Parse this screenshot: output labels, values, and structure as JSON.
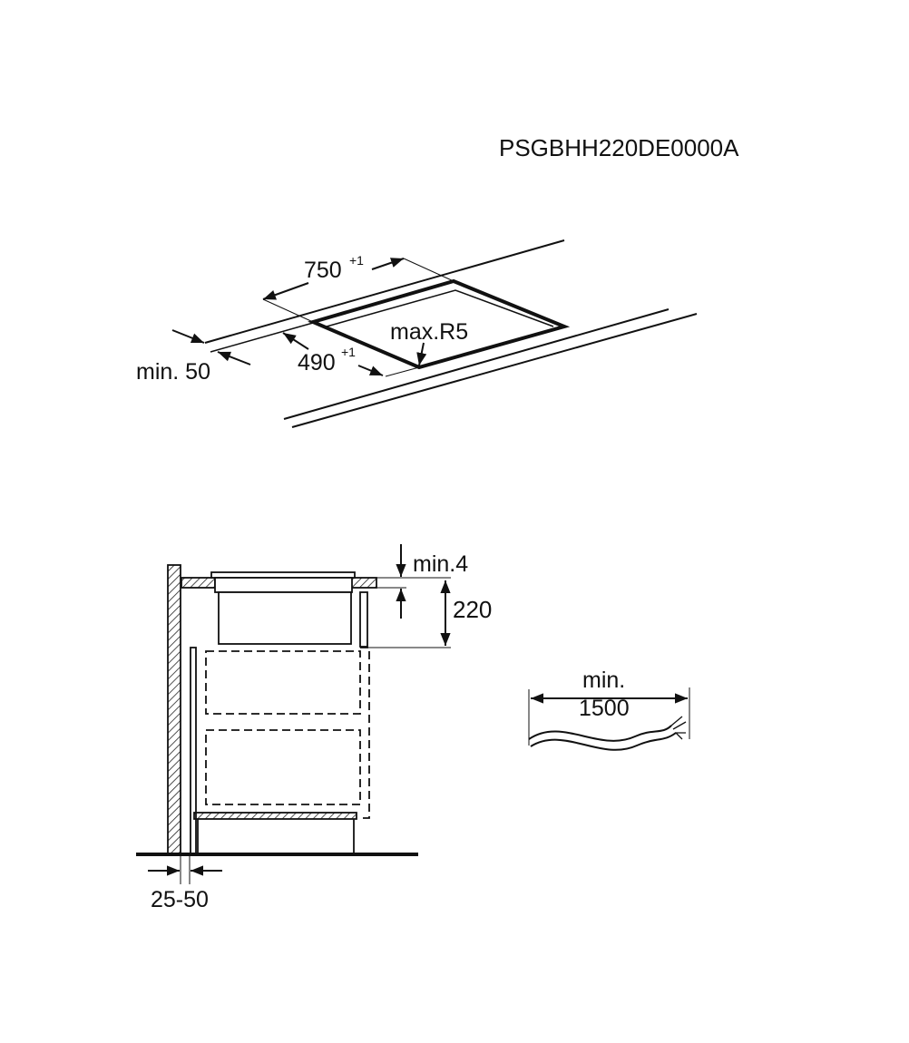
{
  "model_code": "PSGBHH220DE0000A",
  "cutout": {
    "width": "750",
    "width_tol": "+1",
    "depth": "490",
    "depth_tol": "+1",
    "front_distance": "min. 50",
    "corner_radius": "max.R5"
  },
  "section": {
    "gap_top": "min.4",
    "height": "220",
    "wall_gap": "25-50"
  },
  "cable": {
    "label_line1": "min.",
    "label_line2": "1500"
  }
}
